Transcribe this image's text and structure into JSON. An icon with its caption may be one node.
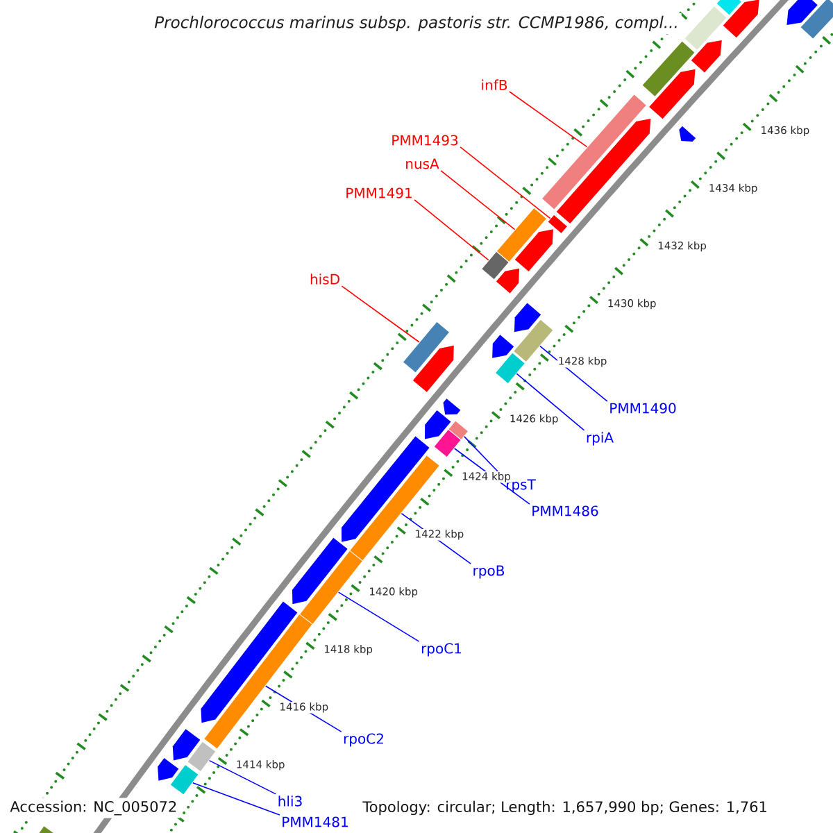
{
  "diagram": {
    "title": "Prochlorococcus marinus subsp. pastoris str. CCMP1986, compl...",
    "nodes": [
      {
        "text": [
          "infB"
        ]
      },
      {
        "text": [
          "PMM1493"
        ]
      },
      {
        "text": [
          "nusA"
        ]
      },
      {
        "text": [
          "PMM1491"
        ]
      },
      {
        "text": [
          "hisD"
        ]
      },
      {
        "text": [
          "PMM1490"
        ]
      },
      {
        "text": [
          "rpiA"
        ]
      },
      {
        "text": [
          "rpsT"
        ]
      },
      {
        "text": [
          "PMM1486"
        ]
      },
      {
        "text": [
          "rpoB"
        ]
      },
      {
        "text": [
          "rpoC1"
        ]
      },
      {
        "text": [
          "rpoC2"
        ]
      },
      {
        "text": [
          "hli3"
        ]
      },
      {
        "text": [
          "PMM1481"
        ]
      },
      {
        "text": [],
        "shape": "bar"
      },
      {
        "text": [],
        "shape": "arrow"
      },
      {
        "text": [],
        "shape": "bar"
      },
      {
        "text": [],
        "shape": "arrow"
      },
      {
        "text": [],
        "shape": "bar"
      },
      {
        "text": [],
        "shape": "arrow"
      },
      {
        "text": [],
        "shape": "bar"
      },
      {
        "text": [],
        "shape": "arrow"
      },
      {
        "text": [],
        "shape": "arrow"
      },
      {
        "text": [],
        "shape": "bar"
      },
      {
        "text": [],
        "shape": "arrow"
      },
      {
        "text": [],
        "shape": "bar"
      },
      {
        "text": [],
        "shape": "bar"
      },
      {
        "text": [],
        "shape": "arrow"
      },
      {
        "text": [],
        "shape": "bar"
      },
      {
        "text": [],
        "shape": "arrow"
      },
      {
        "text": [],
        "shape": "arrow"
      },
      {
        "text": [],
        "shape": "bar"
      },
      {
        "text": [],
        "shape": "bar"
      },
      {
        "text": [],
        "shape": "arrow"
      },
      {
        "text": [],
        "shape": "arrow"
      },
      {
        "text": [],
        "shape": "bar"
      },
      {
        "text": [],
        "shape": "arrow"
      },
      {
        "text": [],
        "shape": "arrow"
      },
      {
        "text": [],
        "shape": "bar"
      },
      {
        "text": [],
        "shape": "bar"
      },
      {
        "text": [],
        "shape": "arrow"
      },
      {
        "text": [],
        "shape": "bar"
      },
      {
        "text": [],
        "shape": "arrow"
      },
      {
        "text": [],
        "shape": "bar"
      },
      {
        "text": [],
        "shape": "arrow"
      },
      {
        "text": [],
        "shape": "bar"
      },
      {
        "text": [],
        "shape": "arrow"
      },
      {
        "text": [],
        "shape": "bar"
      },
      {
        "text": [],
        "shape": "arrow"
      },
      {
        "text": [],
        "shape": "bar"
      },
      {
        "text": [],
        "shape": "bar"
      }
    ],
    "edges": [
      {
        "from": 0,
        "to": 23,
        "arrow": "none",
        "color": "#ff0000"
      },
      {
        "from": 1,
        "to": 25,
        "arrow": "none",
        "color": "#ff0000"
      },
      {
        "from": 2,
        "to": 26,
        "arrow": "none",
        "color": "#ff0000"
      },
      {
        "from": 3,
        "to": 28,
        "arrow": "none",
        "color": "#ff0000"
      },
      {
        "from": 4,
        "to": 32,
        "arrow": "none",
        "color": "#ff0000"
      },
      {
        "from": 5,
        "to": 31,
        "arrow": "none"
      },
      {
        "from": 6,
        "to": 35,
        "arrow": "none"
      },
      {
        "from": 7,
        "to": 38,
        "arrow": "none"
      },
      {
        "from": 8,
        "to": 39,
        "arrow": "none"
      },
      {
        "from": 9,
        "to": 41,
        "arrow": "none"
      },
      {
        "from": 10,
        "to": 43,
        "arrow": "none"
      },
      {
        "from": 11,
        "to": 45,
        "arrow": "none"
      },
      {
        "from": 12,
        "to": 47,
        "arrow": "none"
      },
      {
        "from": 13,
        "to": 49,
        "arrow": "none"
      }
    ],
    "labels": [
      "1436 kbp",
      "1434 kbp",
      "1432 kbp",
      "1430 kbp",
      "1428 kbp",
      "1426 kbp",
      "1424 kbp",
      "1422 kbp",
      "1420 kbp",
      "1418 kbp",
      "1416 kbp",
      "1414 kbp",
      "Accession: NC_005072",
      "Topology: circular; Length: 1,657,990 bp; Genes: 1,761"
    ]
  }
}
